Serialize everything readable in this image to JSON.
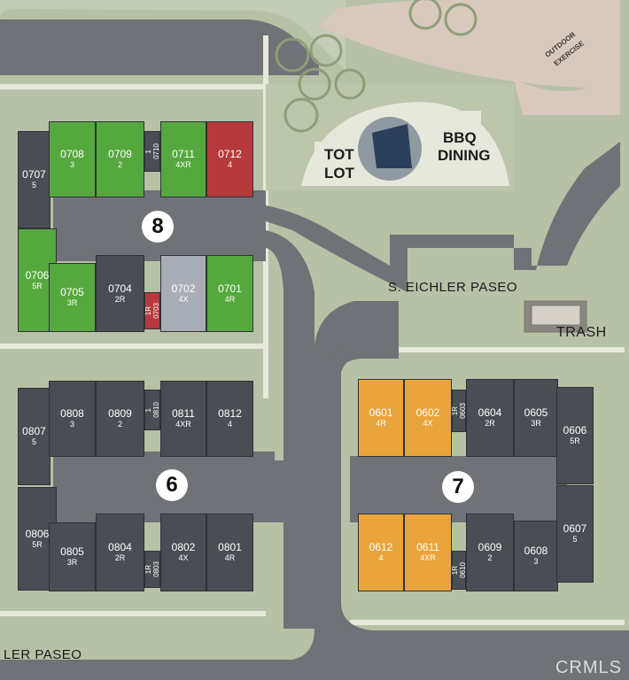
{
  "colors": {
    "grass": "#b6c1a6",
    "road": "#6f7276",
    "path": "#e7e8dc",
    "unit_gray": "#4a4e54",
    "unit_green": "#55a83e",
    "unit_red": "#b63a3c",
    "unit_silver": "#a9adb6",
    "unit_orange": "#eaa43c",
    "plaza": "#d9c9bd"
  },
  "buildings": [
    {
      "number": "8"
    },
    {
      "number": "6"
    },
    {
      "number": "7"
    }
  ],
  "units": [
    {
      "id": "u0707",
      "number": "0707",
      "type": "5",
      "status": "gray"
    },
    {
      "id": "u0708",
      "number": "0708",
      "type": "3",
      "status": "green"
    },
    {
      "id": "u0709",
      "number": "0709",
      "type": "2",
      "status": "green"
    },
    {
      "id": "u0710",
      "number": "0710",
      "type": "1",
      "status": "gray"
    },
    {
      "id": "u0711",
      "number": "0711",
      "type": "4XR",
      "status": "green"
    },
    {
      "id": "u0712",
      "number": "0712",
      "type": "4",
      "status": "red"
    },
    {
      "id": "u0706",
      "number": "0706",
      "type": "5R",
      "status": "green"
    },
    {
      "id": "u0705",
      "number": "0705",
      "type": "3R",
      "status": "green"
    },
    {
      "id": "u0704",
      "number": "0704",
      "type": "2R",
      "status": "gray"
    },
    {
      "id": "u0703",
      "number": "0703",
      "type": "1R",
      "status": "red"
    },
    {
      "id": "u0702",
      "number": "0702",
      "type": "4X",
      "status": "silver"
    },
    {
      "id": "u0701",
      "number": "0701",
      "type": "4R",
      "status": "green"
    },
    {
      "id": "u0807",
      "number": "0807",
      "type": "5",
      "status": "gray"
    },
    {
      "id": "u0808",
      "number": "0808",
      "type": "3",
      "status": "gray"
    },
    {
      "id": "u0809",
      "number": "0809",
      "type": "2",
      "status": "gray"
    },
    {
      "id": "u0810",
      "number": "0810",
      "type": "1",
      "status": "gray"
    },
    {
      "id": "u0811",
      "number": "0811",
      "type": "4XR",
      "status": "gray"
    },
    {
      "id": "u0812",
      "number": "0812",
      "type": "4",
      "status": "gray"
    },
    {
      "id": "u0806",
      "number": "0806",
      "type": "5R",
      "status": "gray"
    },
    {
      "id": "u0805",
      "number": "0805",
      "type": "3R",
      "status": "gray"
    },
    {
      "id": "u0804",
      "number": "0804",
      "type": "2R",
      "status": "gray"
    },
    {
      "id": "u0803",
      "number": "0803",
      "type": "1R",
      "status": "gray"
    },
    {
      "id": "u0802",
      "number": "0802",
      "type": "4X",
      "status": "gray"
    },
    {
      "id": "u0801",
      "number": "0801",
      "type": "4R",
      "status": "gray"
    },
    {
      "id": "u0601",
      "number": "0601",
      "type": "4R",
      "status": "orange"
    },
    {
      "id": "u0602",
      "number": "0602",
      "type": "4X",
      "status": "orange"
    },
    {
      "id": "u0603",
      "number": "0603",
      "type": "1R",
      "status": "gray"
    },
    {
      "id": "u0604",
      "number": "0604",
      "type": "2R",
      "status": "gray"
    },
    {
      "id": "u0605",
      "number": "0605",
      "type": "3R",
      "status": "gray"
    },
    {
      "id": "u0606",
      "number": "0606",
      "type": "5R",
      "status": "gray"
    },
    {
      "id": "u0612",
      "number": "0612",
      "type": "4",
      "status": "orange"
    },
    {
      "id": "u0611",
      "number": "0611",
      "type": "4XR",
      "status": "orange"
    },
    {
      "id": "u0610",
      "number": "0610",
      "type": "1R",
      "status": "gray"
    },
    {
      "id": "u0609",
      "number": "0609",
      "type": "2",
      "status": "gray"
    },
    {
      "id": "u0608",
      "number": "0608",
      "type": "3",
      "status": "gray"
    },
    {
      "id": "u0607",
      "number": "0607",
      "type": "5",
      "status": "gray"
    }
  ],
  "labels": {
    "tot_lot_line1": "TOT",
    "tot_lot_line2": "LOT",
    "bbq_line1": "BBQ",
    "bbq_line2": "DINING",
    "street_north": "S. EICHLER PASEO",
    "street_south": "LER PASEO",
    "trash": "TRASH",
    "outdoor_line1": "OUTDOOR",
    "outdoor_line2": "EXERCISE"
  },
  "watermark": "CRMLS"
}
